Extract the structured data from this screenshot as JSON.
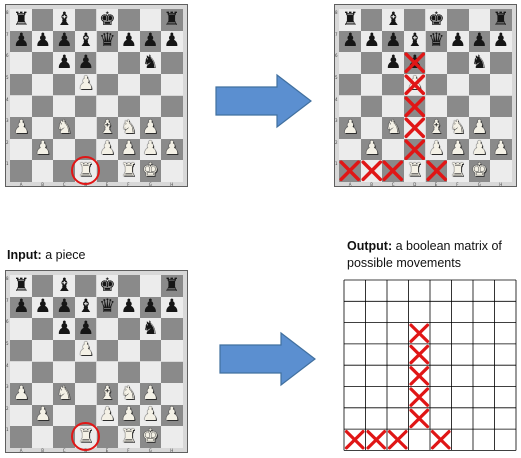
{
  "colors": {
    "light_square": "#ececec",
    "dark_square": "#8a8a8a",
    "board_border": "#5f5f5f",
    "arrow_fill": "#5b8fd0",
    "arrow_stroke": "#41709f",
    "x_mark": "#e01616",
    "circle": "#e01616",
    "grid_line": "#000000"
  },
  "boards": {
    "position": [
      [
        "r",
        "",
        "b",
        "",
        "k",
        "",
        "",
        "r"
      ],
      [
        "p",
        "p",
        "p",
        "b",
        "q",
        "p",
        "p",
        "p"
      ],
      [
        "",
        "",
        "p",
        "p",
        "",
        "",
        "n",
        ""
      ],
      [
        "",
        "",
        "",
        "P",
        "",
        "",
        "",
        ""
      ],
      [
        "",
        "",
        "",
        "",
        "",
        "",
        "",
        ""
      ],
      [
        "P",
        "",
        "N",
        "",
        "B",
        "N",
        "P",
        ""
      ],
      [
        "",
        "P",
        "",
        "",
        "P",
        "P",
        "P",
        "P"
      ],
      [
        "",
        "",
        "",
        "R",
        "",
        "R",
        "K",
        ""
      ]
    ],
    "selected_square": "d1",
    "files": [
      "A",
      "B",
      "C",
      "D",
      "E",
      "F",
      "G",
      "H"
    ],
    "ranks": [
      "8",
      "7",
      "6",
      "5",
      "4",
      "3",
      "2",
      "1"
    ]
  },
  "moves_matrix": [
    [
      0,
      0,
      0,
      0,
      0,
      0,
      0,
      0
    ],
    [
      0,
      0,
      0,
      0,
      0,
      0,
      0,
      0
    ],
    [
      0,
      0,
      0,
      1,
      0,
      0,
      0,
      0
    ],
    [
      0,
      0,
      0,
      1,
      0,
      0,
      0,
      0
    ],
    [
      0,
      0,
      0,
      1,
      0,
      0,
      0,
      0
    ],
    [
      0,
      0,
      0,
      1,
      0,
      0,
      0,
      0
    ],
    [
      0,
      0,
      0,
      1,
      0,
      0,
      0,
      0
    ],
    [
      1,
      1,
      1,
      0,
      1,
      0,
      0,
      0
    ]
  ],
  "input_caption": {
    "label": "Input:",
    "text": " a piece"
  },
  "output_caption": {
    "label": "Output:",
    "text": " a boolean matrix of possible movements"
  }
}
